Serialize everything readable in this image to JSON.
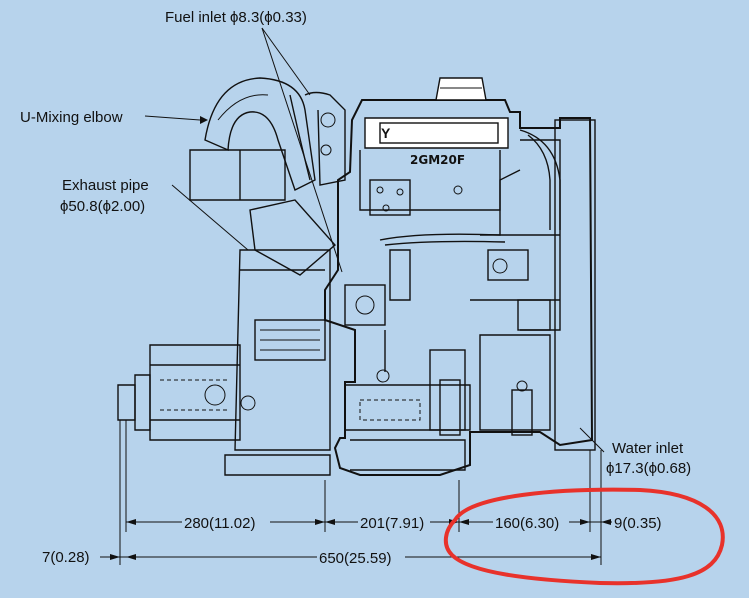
{
  "labels": {
    "fuel_inlet": "Fuel inlet ϕ8.3(ϕ0.33)",
    "u_mixing_elbow": "U-Mixing elbow",
    "exhaust_pipe_line1": "Exhaust pipe",
    "exhaust_pipe_line2": "ϕ50.8(ϕ2.00)",
    "model": "2GM20F",
    "water_inlet_line1": "Water inlet",
    "water_inlet_line2": "ϕ17.3(ϕ0.68)"
  },
  "dimensions": {
    "d280": "280(11.02)",
    "d201": "201(7.91)",
    "d160": "160(6.30)",
    "d9": "9(0.35)",
    "d7": "7(0.28)",
    "d650": "650(25.59)"
  },
  "colors": {
    "background": "#b7d3ec",
    "line": "#111111",
    "highlight": "#e8322b"
  }
}
